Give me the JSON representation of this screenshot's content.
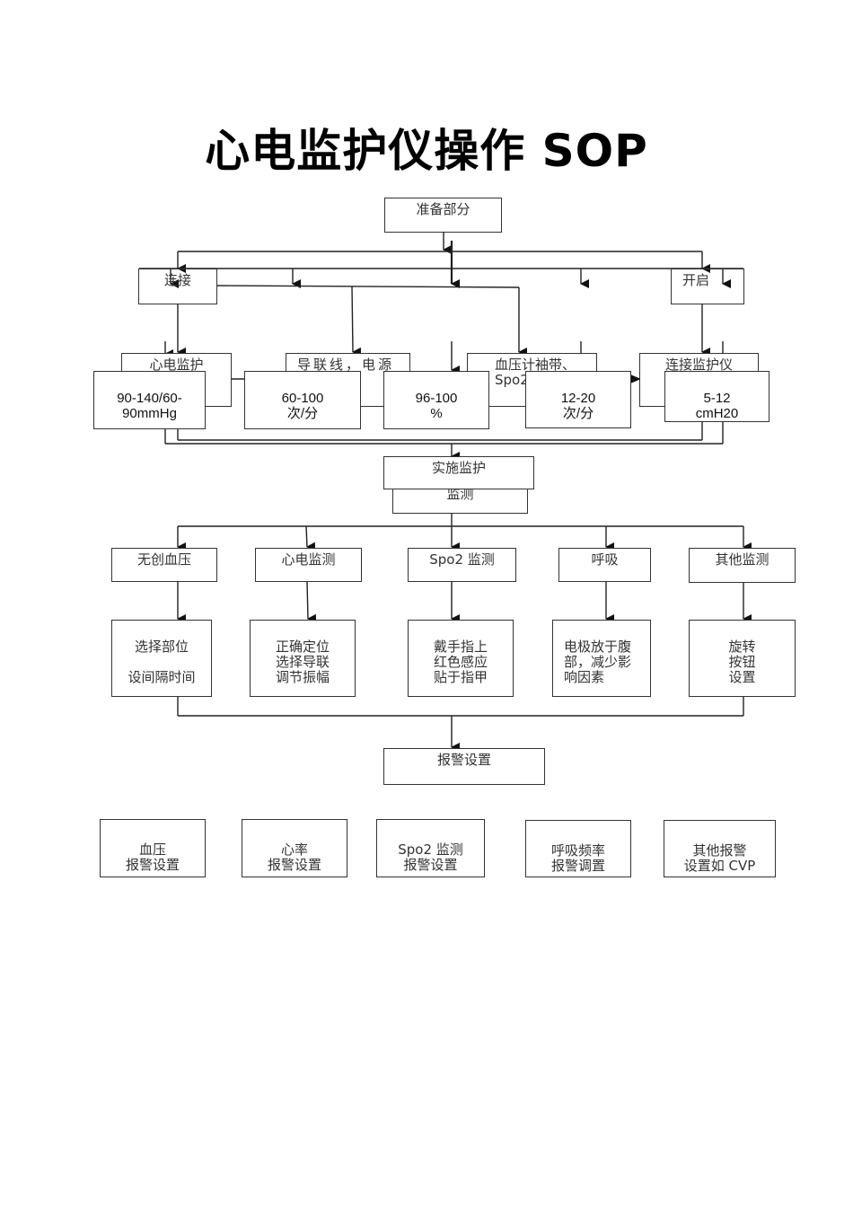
{
  "title": "心电监护仪操作 SOP",
  "prep": {
    "root": "准备部分",
    "connect": "连接",
    "start": "开启",
    "sub": [
      "心电监护",
      "导联线，电源电",
      "血压计袖带、Spo2",
      "连接监护仪"
    ],
    "normals": [
      "90-140/60-\n90mmHg",
      "60-100\n次/分",
      "96-100\n%",
      "12-20\n次/分",
      "5-12\ncmH20"
    ]
  },
  "implement": {
    "label": "实施监护",
    "sub_label": "监测"
  },
  "monitoring": {
    "categories": [
      "无创血压",
      "心电监测",
      "Spo2 监测",
      "呼吸",
      "其他监测"
    ],
    "steps": [
      "选择部位\n\n设间隔时间",
      "正确定位\n选择导联\n调节振幅",
      "戴手指上\n红色感应\n贴于指甲",
      "电极放于腹\n部，减少影\n响因素",
      "旋转\n按钮\n设置"
    ]
  },
  "alarm": {
    "label": "报警设置",
    "items": [
      "血压\n报警设置",
      "心率\n报警设置",
      "Spo2 监测\n报警设置",
      "呼吸频率\n报警调置",
      "其他报警\n设置如 CVP"
    ]
  }
}
